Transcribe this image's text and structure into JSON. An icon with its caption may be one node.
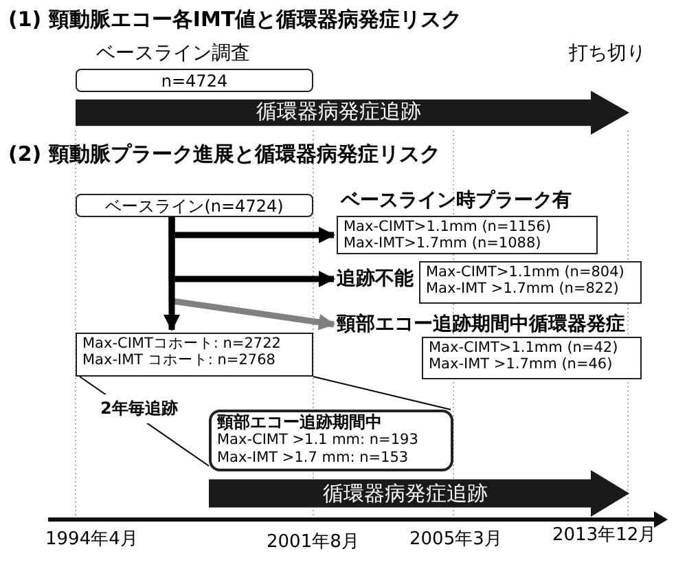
{
  "diagram": {
    "nodes": [
      {
        "text": [
          "ベースライン調査",
          "n=4724"
        ]
      },
      {
        "text": [
          "循環器病発症追跡"
        ]
      },
      {
        "text": [
          "ベースライン(n=4724)"
        ]
      },
      {
        "text": [
          "ベースライン時プラーク有",
          "Max-CIMT>1.1mm (n=1156)",
          "Max-IMT>1.7mm (n=1088)"
        ]
      },
      {
        "text": [
          "追跡不能",
          "Max-CIMT>1.1mm (n=804)",
          "Max-IMT >1.7mm (n=822)"
        ]
      },
      {
        "text": [
          "頸部エコー追跡期間中循環器発症",
          "Max-CIMT>1.1mm (n=42)",
          "Max-IMT >1.7mm (n=46)"
        ]
      },
      {
        "text": [
          "Max-CIMTコホート: n=2722",
          "Max-IMT コホート: n=2768"
        ]
      },
      {
        "text": [
          "頸部エコー追跡期間中",
          "Max-CIMT >1.1 mm: n=193",
          "Max-IMT >1.7 mm: n=153"
        ]
      },
      {
        "text": [
          "循環器病発症追跡"
        ]
      }
    ],
    "edges": [
      {
        "from": 2,
        "to": 3,
        "arrow": "to"
      },
      {
        "from": 2,
        "to": 4,
        "arrow": "to"
      },
      {
        "from": 2,
        "to": 5,
        "arrow": "to",
        "color": "#808080"
      },
      {
        "from": 2,
        "to": 6,
        "arrow": "to"
      },
      {
        "from": 6,
        "to": 7,
        "arrow": "none",
        "label": "2年毎追跡"
      },
      {
        "from": 6,
        "to": 7,
        "arrow": "none"
      }
    ],
    "labels": [
      "(1) 頸動脈エコー各IMT値と循環器病発症リスク",
      "打ち切り",
      "(2) 頸動脈プラーク進展と循環器病発症リスク",
      "1994年4月",
      "2001年8月",
      "2005年3月",
      "2013年12月"
    ]
  }
}
